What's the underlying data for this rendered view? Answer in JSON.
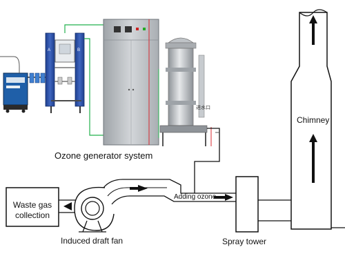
{
  "diagram": {
    "labels": {
      "ozone_generator_system": "Ozone generator system",
      "waste_gas_collection": "Waste gas collection",
      "induced_draft_fan": "Induced draft fan",
      "adding_ozone": "Adding ozone",
      "spray_tower": "Spray tower",
      "chimney": "Chimney",
      "water_inlet_tag": "进水口"
    },
    "colors": {
      "line": "#111111",
      "pipe_green": "#22b14c",
      "pipe_red": "#d9282f",
      "generator_gray": "#b8bcc0",
      "dryer_blue": "#2b4fa8"
    },
    "icons": [
      "air-compressor-icon",
      "air-dryer-icon",
      "ozone-generator-icon",
      "reactor-tank-icon",
      "fan-icon",
      "flow-arrow-icon"
    ]
  }
}
